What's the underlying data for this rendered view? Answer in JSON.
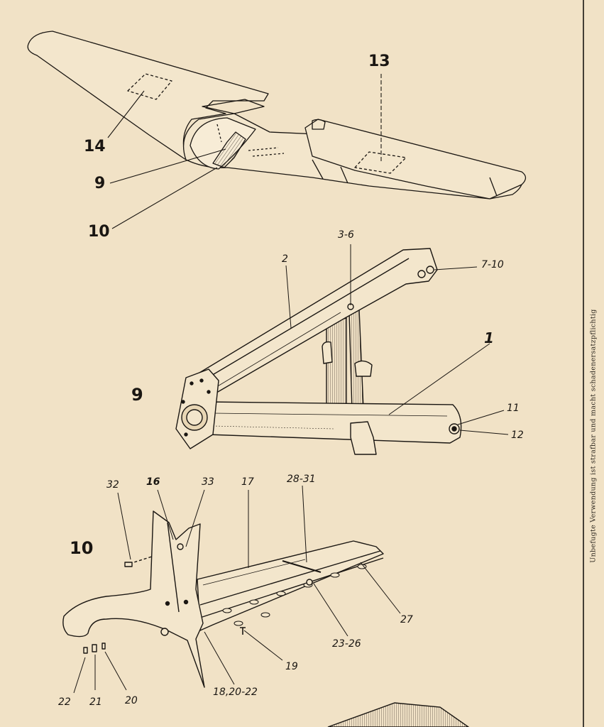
{
  "margin_note": "Unbefugte Verwendung ist strafbar und macht schadenersatzpflichtig",
  "overview": {
    "callouts": [
      "13",
      "14",
      "9",
      "10"
    ]
  },
  "figure_9": {
    "title": "9",
    "callouts": [
      "2",
      "3-6",
      "7-10",
      "1",
      "11",
      "12"
    ]
  },
  "figure_10": {
    "title": "10",
    "callouts": [
      "32",
      "16",
      "33",
      "17",
      "28-31",
      "27",
      "23-26",
      "19",
      "18,20-22",
      "22",
      "21",
      "20"
    ]
  },
  "colors": {
    "paper": "#f1e2c6",
    "ink": "#1a1612",
    "shade": "#7a6a55"
  }
}
